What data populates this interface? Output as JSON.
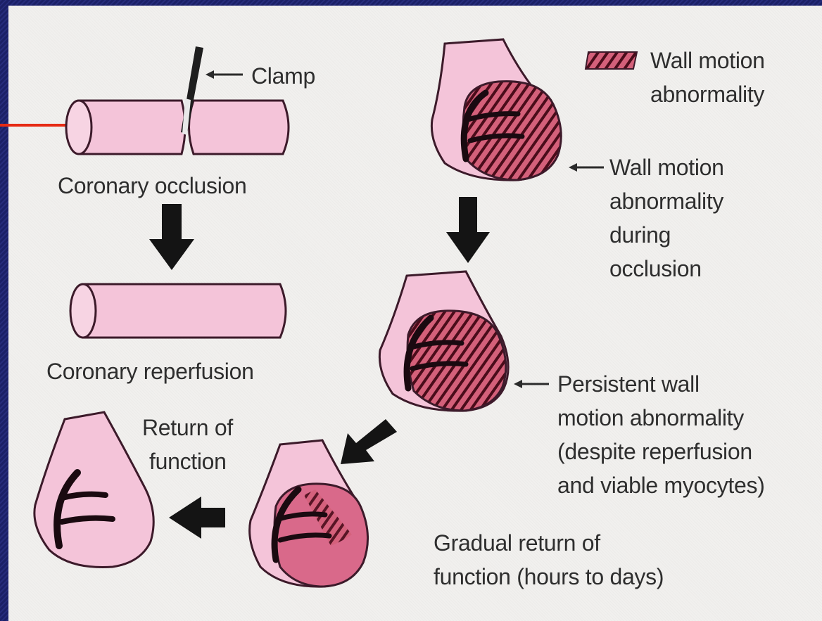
{
  "labels": {
    "clamp": "Clamp",
    "coronary_occlusion": "Coronary occlusion",
    "coronary_reperfusion": "Coronary reperfusion",
    "legend": [
      "Wall motion",
      "abnormality"
    ],
    "wall_motion_during_occlusion": [
      "Wall motion",
      "abnormality",
      "during",
      "occlusion"
    ],
    "persistent": [
      "Persistent wall",
      "motion abnormality",
      "(despite reperfusion",
      "and viable myocytes)"
    ],
    "gradual": [
      "Gradual return of",
      "function (hours to days)"
    ],
    "return_of_function": [
      "Return of",
      "function"
    ]
  },
  "colors": {
    "background": "#1f2470",
    "panel": "#f1f0ee",
    "vessel_fill": "#f4c4d9",
    "heart_fill": "#f4c4d9",
    "abnormal_fill": "#d4607a",
    "hatch": "#4a0c1a",
    "outline": "#3c1a2a",
    "pointer_line": "#e62a14",
    "text": "#2e2e2e"
  },
  "icons": {
    "flow_arrow": "thick-down-arrow-icon",
    "legend": "hatched-legend-swatch-icon"
  }
}
